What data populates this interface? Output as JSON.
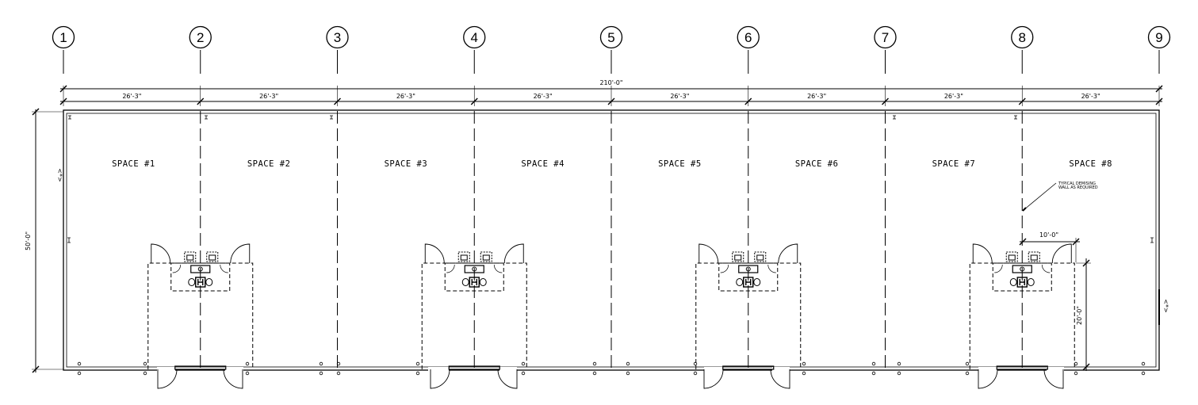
{
  "grid_labels": [
    "1",
    "2",
    "3",
    "4",
    "5",
    "6",
    "7",
    "8",
    "9"
  ],
  "overall_dimension": "210'-0\"",
  "bay_dimensions": [
    "26'-3\"",
    "26'-3\"",
    "26'-3\"",
    "26'-3\"",
    "26'-3\"",
    "26'-3\"",
    "26'-3\"",
    "26'-3\""
  ],
  "depth_dimension": "50'-0\"",
  "spaces": [
    "SPACE #1",
    "SPACE #2",
    "SPACE #3",
    "SPACE #4",
    "SPACE #5",
    "SPACE #6",
    "SPACE #7",
    "SPACE #8"
  ],
  "note": {
    "line1": "TYPICAL DEMISING",
    "line2": "WALL AS REQUIRED"
  },
  "restroom_width_dimension": "10'-0\"",
  "restroom_depth_dimension": "20'-0\"",
  "marker_left": "<*>",
  "marker_right": "<*>"
}
